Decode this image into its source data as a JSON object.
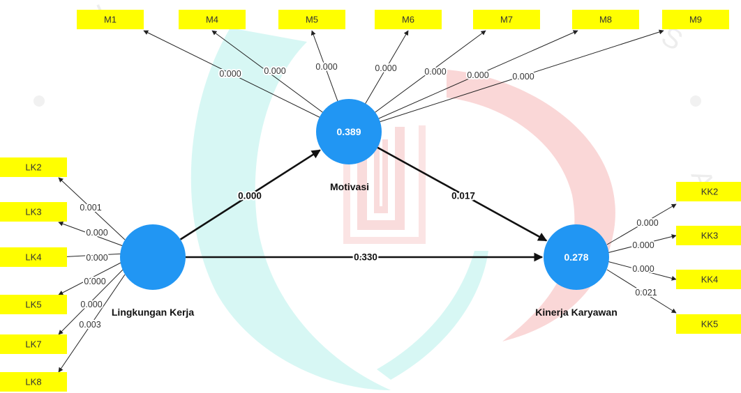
{
  "colors": {
    "construct_fill": "#2196f3",
    "indicator_fill": "#ffff00",
    "watermark_red": "#f26b6b",
    "watermark_cyan": "#b7f1ec"
  },
  "constructs": {
    "lk": {
      "name": "Lingkungan Kerja",
      "r2": ""
    },
    "m": {
      "name": "Motivasi",
      "r2": "0.389"
    },
    "kk": {
      "name": "Kinerja Karyawan",
      "r2": "0.278"
    }
  },
  "paths": {
    "lk_m": "0.000",
    "m_kk": "0.017",
    "lk_kk": "0.330"
  },
  "indicators": {
    "motivasi": [
      {
        "id": "M1",
        "value": "0.000"
      },
      {
        "id": "M4",
        "value": "0.000"
      },
      {
        "id": "M5",
        "value": "0.000"
      },
      {
        "id": "M6",
        "value": "0.000"
      },
      {
        "id": "M7",
        "value": "0.000"
      },
      {
        "id": "M8",
        "value": "0.000"
      },
      {
        "id": "M9",
        "value": "0.000"
      }
    ],
    "lingkungan_kerja": [
      {
        "id": "LK2",
        "value": "0.001"
      },
      {
        "id": "LK3",
        "value": "0.000"
      },
      {
        "id": "LK4",
        "value": "0.000"
      },
      {
        "id": "LK5",
        "value": "0.000"
      },
      {
        "id": "LK7",
        "value": "0.000"
      },
      {
        "id": "LK8",
        "value": "0.003"
      }
    ],
    "kinerja_karyawan": [
      {
        "id": "KK2",
        "value": "0.000"
      },
      {
        "id": "KK3",
        "value": "0.000"
      },
      {
        "id": "KK4",
        "value": "0.000"
      },
      {
        "id": "KK5",
        "value": "0.021"
      }
    ]
  }
}
